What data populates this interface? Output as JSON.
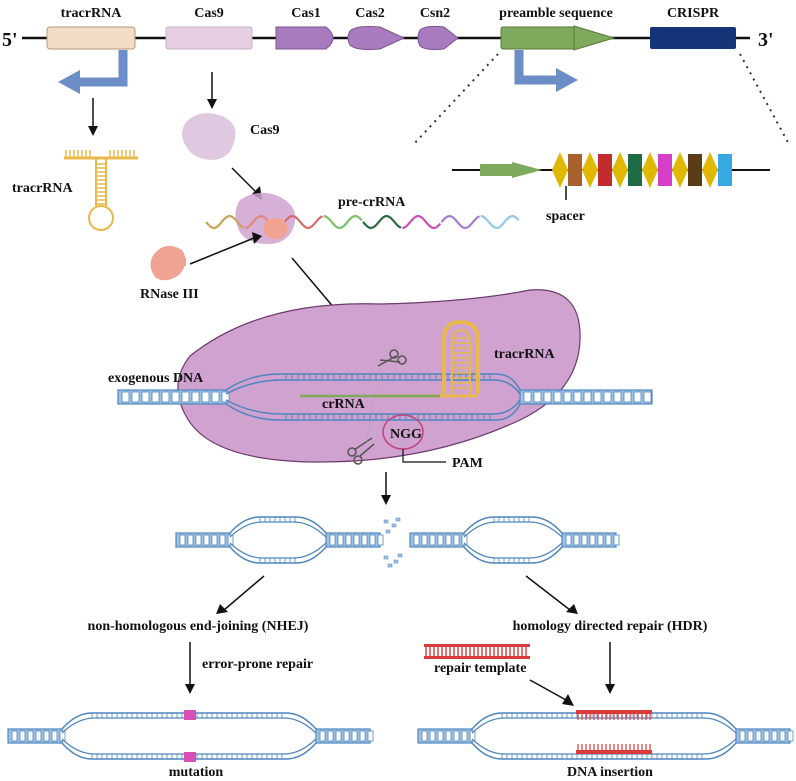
{
  "labels": {
    "five_prime": "5'",
    "three_prime": "3'",
    "tracrrna_gene": "tracrRNA",
    "cas9_gene": "Cas9",
    "cas1_gene": "Cas1",
    "cas2_gene": "Cas2",
    "csn2_gene": "Csn2",
    "preamble": "preamble sequence",
    "crispr": "CRISPR",
    "tracrrna_mol": "tracrRNA",
    "cas9_protein": "Cas9",
    "spacer": "spacer",
    "pre_crrna": "pre-crRNA",
    "rnase": "RNase III",
    "exogenous_dna": "exogenous DNA",
    "tracrrna_complex": "tracrRNA",
    "crrna": "crRNA",
    "ngg": "NGG",
    "pam": "PAM",
    "nhej": "non-homologous end-joining (NHEJ)",
    "hdr": "homology directed repair (HDR)",
    "error_prone": "error-prone repair",
    "repair_template": "repair template",
    "mutation": "mutation",
    "dna_insertion": "DNA insertion"
  },
  "colors": {
    "tracrrna_gene": "#f3dcc6",
    "cas9_gene": "#e6cfe3",
    "cas_genes": "#a77bbd",
    "preamble": "#7fa95c",
    "crispr": "#14357a",
    "arrow_blue": "#6c8ec7",
    "dna_blue": "#9fc1e3",
    "dna_stroke": "#4f86bf",
    "complex": "#cfa2cf",
    "tracr_yellow": "#e8b94a",
    "rnase": "#f0a392",
    "pam_ring": "#c0447a",
    "mutation": "#d94fb8",
    "insert_red": "#d93a3a"
  },
  "spacer_colors": [
    "#e0b800",
    "#a8612d",
    "#e0b800",
    "#c22c2c",
    "#e0b800",
    "#1f6b45",
    "#e0b800",
    "#d640c9",
    "#e0b800",
    "#5a3c17",
    "#e0b800",
    "#37a9e0"
  ],
  "pre_crrna_segment_colors": [
    "#c7a45a",
    "#e2877b",
    "#d86a6a",
    "#7bbf6a",
    "#2d6b45",
    "#c84fb5",
    "#a47fd1",
    "#8fc8e8"
  ]
}
